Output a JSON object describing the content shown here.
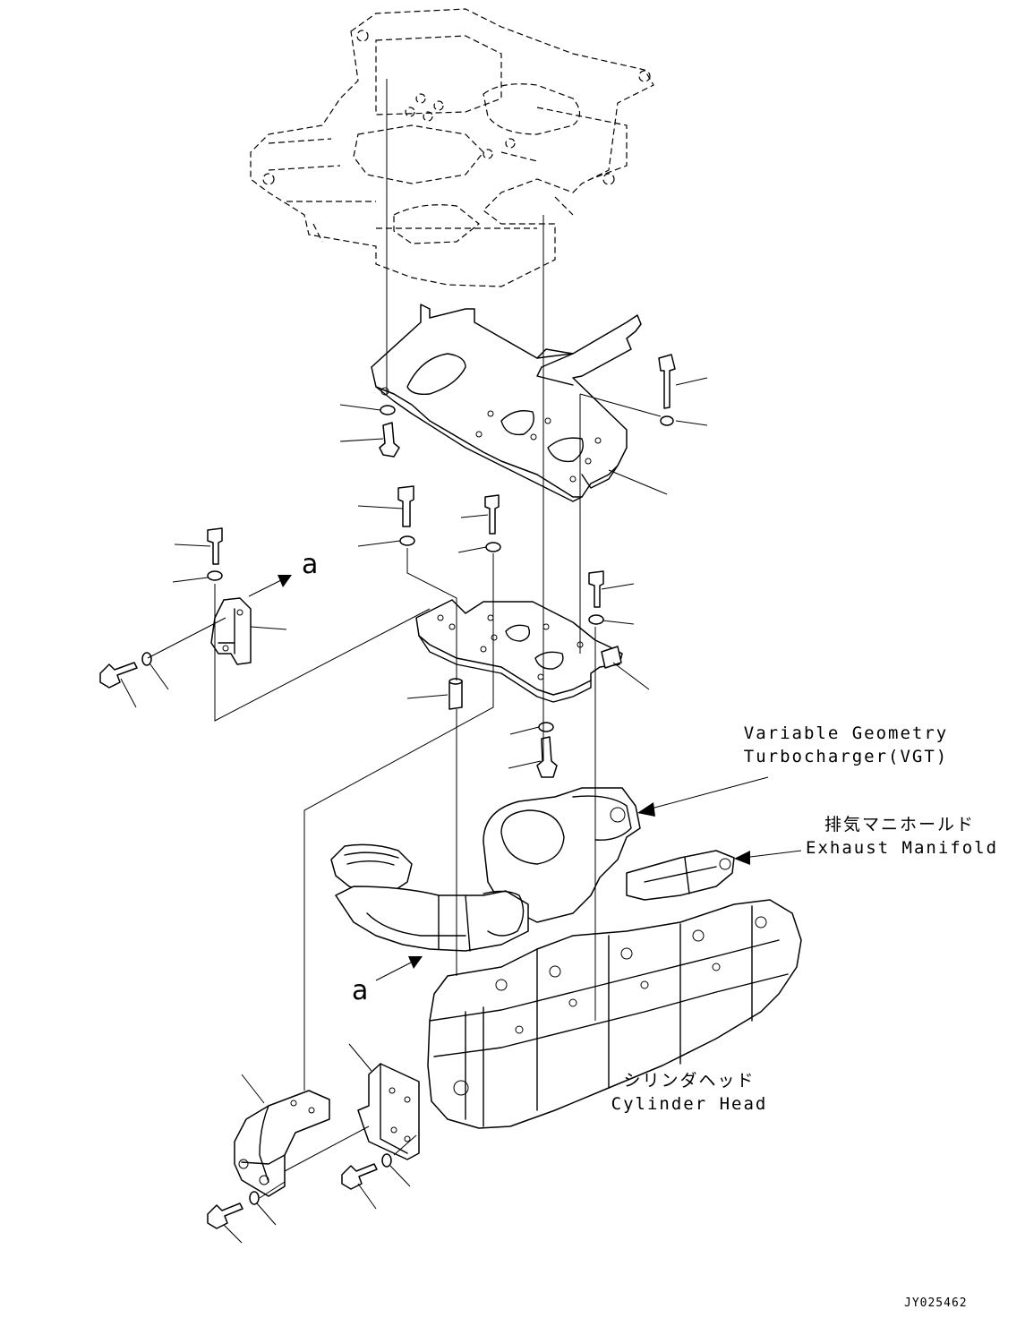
{
  "labels": {
    "vgt_line1": "Variable Geometry",
    "vgt_line2": "Turbocharger(VGT)",
    "manifold_jp": "排気マニホールド",
    "manifold_en": "Exhaust Manifold",
    "head_jp": "シリンダヘッド",
    "head_en": "Cylinder Head",
    "view_a_upper": "a",
    "view_a_lower": "a"
  },
  "figure_ref": "JY025462"
}
